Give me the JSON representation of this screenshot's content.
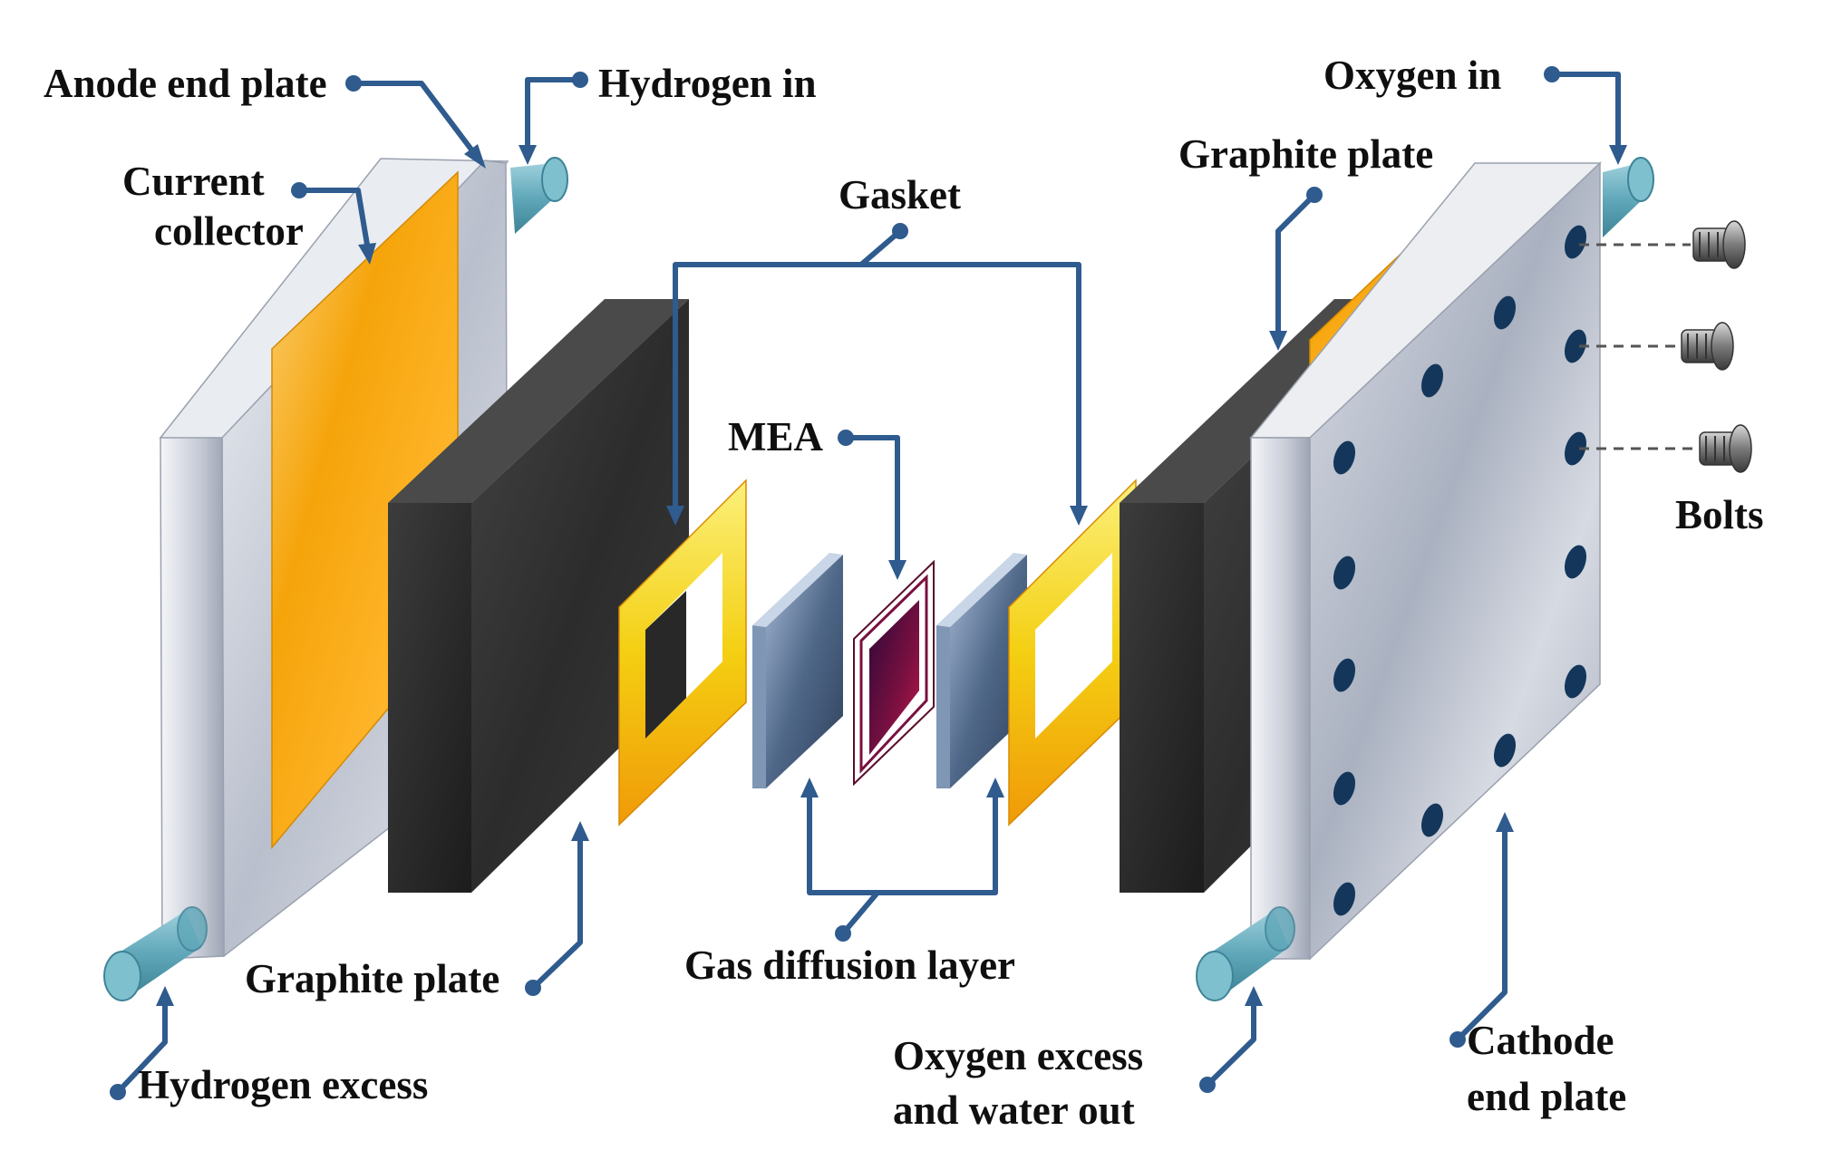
{
  "labels": {
    "anode_end_plate": "Anode end plate",
    "hydrogen_in": "Hydrogen in",
    "current_collector_line1": "Current",
    "current_collector_line2": "collector",
    "gasket": "Gasket",
    "mea": "MEA",
    "graphite_plate_left": "Graphite plate",
    "gas_diffusion_layer": "Gas diffusion layer",
    "hydrogen_excess": "Hydrogen excess",
    "oxygen_in": "Oxygen in",
    "graphite_plate_right": "Graphite plate",
    "bolts": "Bolts",
    "oxygen_excess_line1": "Oxygen excess",
    "oxygen_excess_line2": "and water out",
    "cathode_end_plate_line1": "Cathode",
    "cathode_end_plate_line2": "end plate"
  },
  "colors": {
    "leader": "#2f5b8e",
    "end_plate": "#c3c9d6",
    "current_collector": "#f5a50a",
    "graphite": "#2a2a2a",
    "gasket": "#f2d21c",
    "gas_diffusion_layer": "#4d6483",
    "mea": "#7a1040",
    "pipe": "#6fb2c2",
    "bolt_hole": "#14365a"
  }
}
